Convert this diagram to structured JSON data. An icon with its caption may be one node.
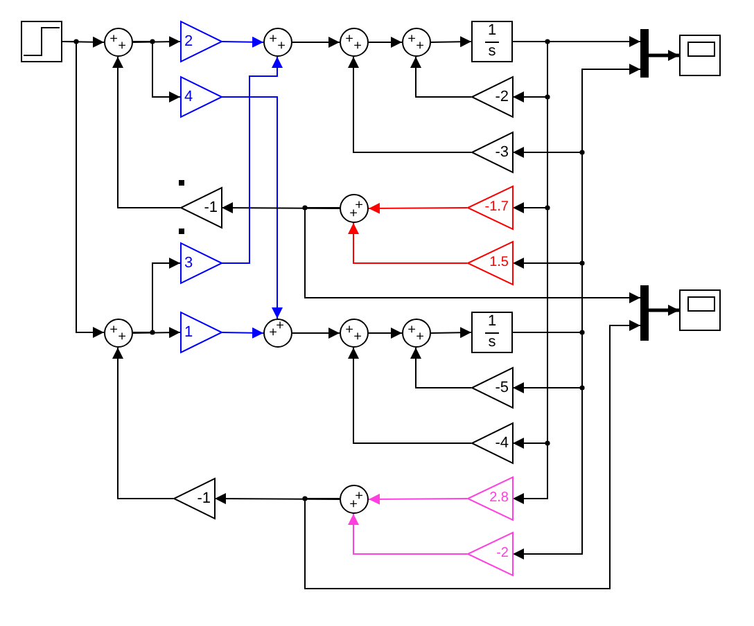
{
  "diagram": {
    "nodes": [
      {
        "text": [],
        "shape": "box"
      },
      {
        "text": [
          "+",
          "+"
        ]
      },
      {
        "text": [
          "2"
        ]
      },
      {
        "text": [
          "+",
          "+"
        ]
      },
      {
        "text": [
          "+",
          "+"
        ]
      },
      {
        "text": [
          "+",
          "+"
        ]
      },
      {
        "text": [
          "1",
          "s"
        ]
      },
      {
        "text": [],
        "shape": "bar"
      },
      {
        "text": [],
        "shape": "box"
      },
      {
        "text": [
          "4"
        ]
      },
      {
        "text": [
          "-2"
        ]
      },
      {
        "text": [
          "-3"
        ]
      },
      {
        "text": [
          "-1"
        ]
      },
      {
        "text": [
          "+",
          "+"
        ]
      },
      {
        "text": [
          "-1.7"
        ]
      },
      {
        "text": [
          "1.5"
        ]
      },
      {
        "text": [
          "3"
        ]
      },
      {
        "text": [],
        "shape": "bar"
      },
      {
        "text": [],
        "shape": "box"
      },
      {
        "text": [
          "+",
          "+"
        ]
      },
      {
        "text": [
          "1"
        ]
      },
      {
        "text": [
          "+",
          "+"
        ]
      },
      {
        "text": [
          "+",
          "+"
        ]
      },
      {
        "text": [
          "+",
          "+"
        ]
      },
      {
        "text": [
          "1",
          "s"
        ]
      },
      {
        "text": [
          "-5"
        ]
      },
      {
        "text": [
          "-4"
        ]
      },
      {
        "text": [
          "-1"
        ]
      },
      {
        "text": [
          "+",
          "+"
        ]
      },
      {
        "text": [
          "2.8"
        ]
      },
      {
        "text": [
          "-2"
        ]
      }
    ],
    "edges": [
      {
        "from": 0,
        "to": 1,
        "arrow": "to"
      },
      {
        "from": 0,
        "to": 19,
        "arrow": "to"
      },
      {
        "from": 1,
        "to": 2,
        "arrow": "to"
      },
      {
        "from": 1,
        "to": 9,
        "arrow": "to"
      },
      {
        "from": 2,
        "to": 3,
        "arrow": "to",
        "color": "#0000ff"
      },
      {
        "from": 3,
        "to": 4,
        "arrow": "to"
      },
      {
        "from": 4,
        "to": 5,
        "arrow": "to"
      },
      {
        "from": 5,
        "to": 6,
        "arrow": "to"
      },
      {
        "from": 6,
        "to": 7,
        "arrow": "to"
      },
      {
        "from": 6,
        "to": 10,
        "arrow": "to"
      },
      {
        "from": 6,
        "to": 14,
        "arrow": "to"
      },
      {
        "from": 6,
        "to": 26,
        "arrow": "to"
      },
      {
        "from": 6,
        "to": 29,
        "arrow": "to"
      },
      {
        "from": 7,
        "to": 8,
        "arrow": "to",
        "style": "thick"
      },
      {
        "from": 9,
        "to": 21,
        "arrow": "to",
        "color": "#0000ff"
      },
      {
        "from": 10,
        "to": 5,
        "arrow": "to"
      },
      {
        "from": 11,
        "to": 4,
        "arrow": "to"
      },
      {
        "from": 12,
        "to": 1,
        "arrow": "to"
      },
      {
        "from": 13,
        "to": 12,
        "arrow": "to"
      },
      {
        "from": 13,
        "to": 17,
        "arrow": "to"
      },
      {
        "from": 14,
        "to": 13,
        "arrow": "to",
        "color": "#ff0000"
      },
      {
        "from": 15,
        "to": 13,
        "arrow": "to",
        "color": "#ff0000"
      },
      {
        "from": 16,
        "to": 3,
        "arrow": "to",
        "color": "#0000ff"
      },
      {
        "from": 17,
        "to": 18,
        "arrow": "to",
        "style": "thick"
      },
      {
        "from": 19,
        "to": 20,
        "arrow": "to"
      },
      {
        "from": 19,
        "to": 16,
        "arrow": "to"
      },
      {
        "from": 20,
        "to": 21,
        "arrow": "to",
        "color": "#0000ff"
      },
      {
        "from": 21,
        "to": 22,
        "arrow": "to"
      },
      {
        "from": 22,
        "to": 23,
        "arrow": "to"
      },
      {
        "from": 23,
        "to": 24,
        "arrow": "to"
      },
      {
        "from": 24,
        "to": 7,
        "arrow": "to"
      },
      {
        "from": 24,
        "to": 11,
        "arrow": "to"
      },
      {
        "from": 24,
        "to": 15,
        "arrow": "to"
      },
      {
        "from": 24,
        "to": 25,
        "arrow": "to"
      },
      {
        "from": 24,
        "to": 30,
        "arrow": "to"
      },
      {
        "from": 25,
        "to": 23,
        "arrow": "to"
      },
      {
        "from": 26,
        "to": 22,
        "arrow": "to"
      },
      {
        "from": 27,
        "to": 19,
        "arrow": "to"
      },
      {
        "from": 28,
        "to": 27,
        "arrow": "to"
      },
      {
        "from": 28,
        "to": 17,
        "arrow": "to"
      },
      {
        "from": 29,
        "to": 28,
        "arrow": "to",
        "color": "#ff40e0"
      },
      {
        "from": 30,
        "to": 28,
        "arrow": "to",
        "color": "#ff40e0"
      }
    ]
  }
}
